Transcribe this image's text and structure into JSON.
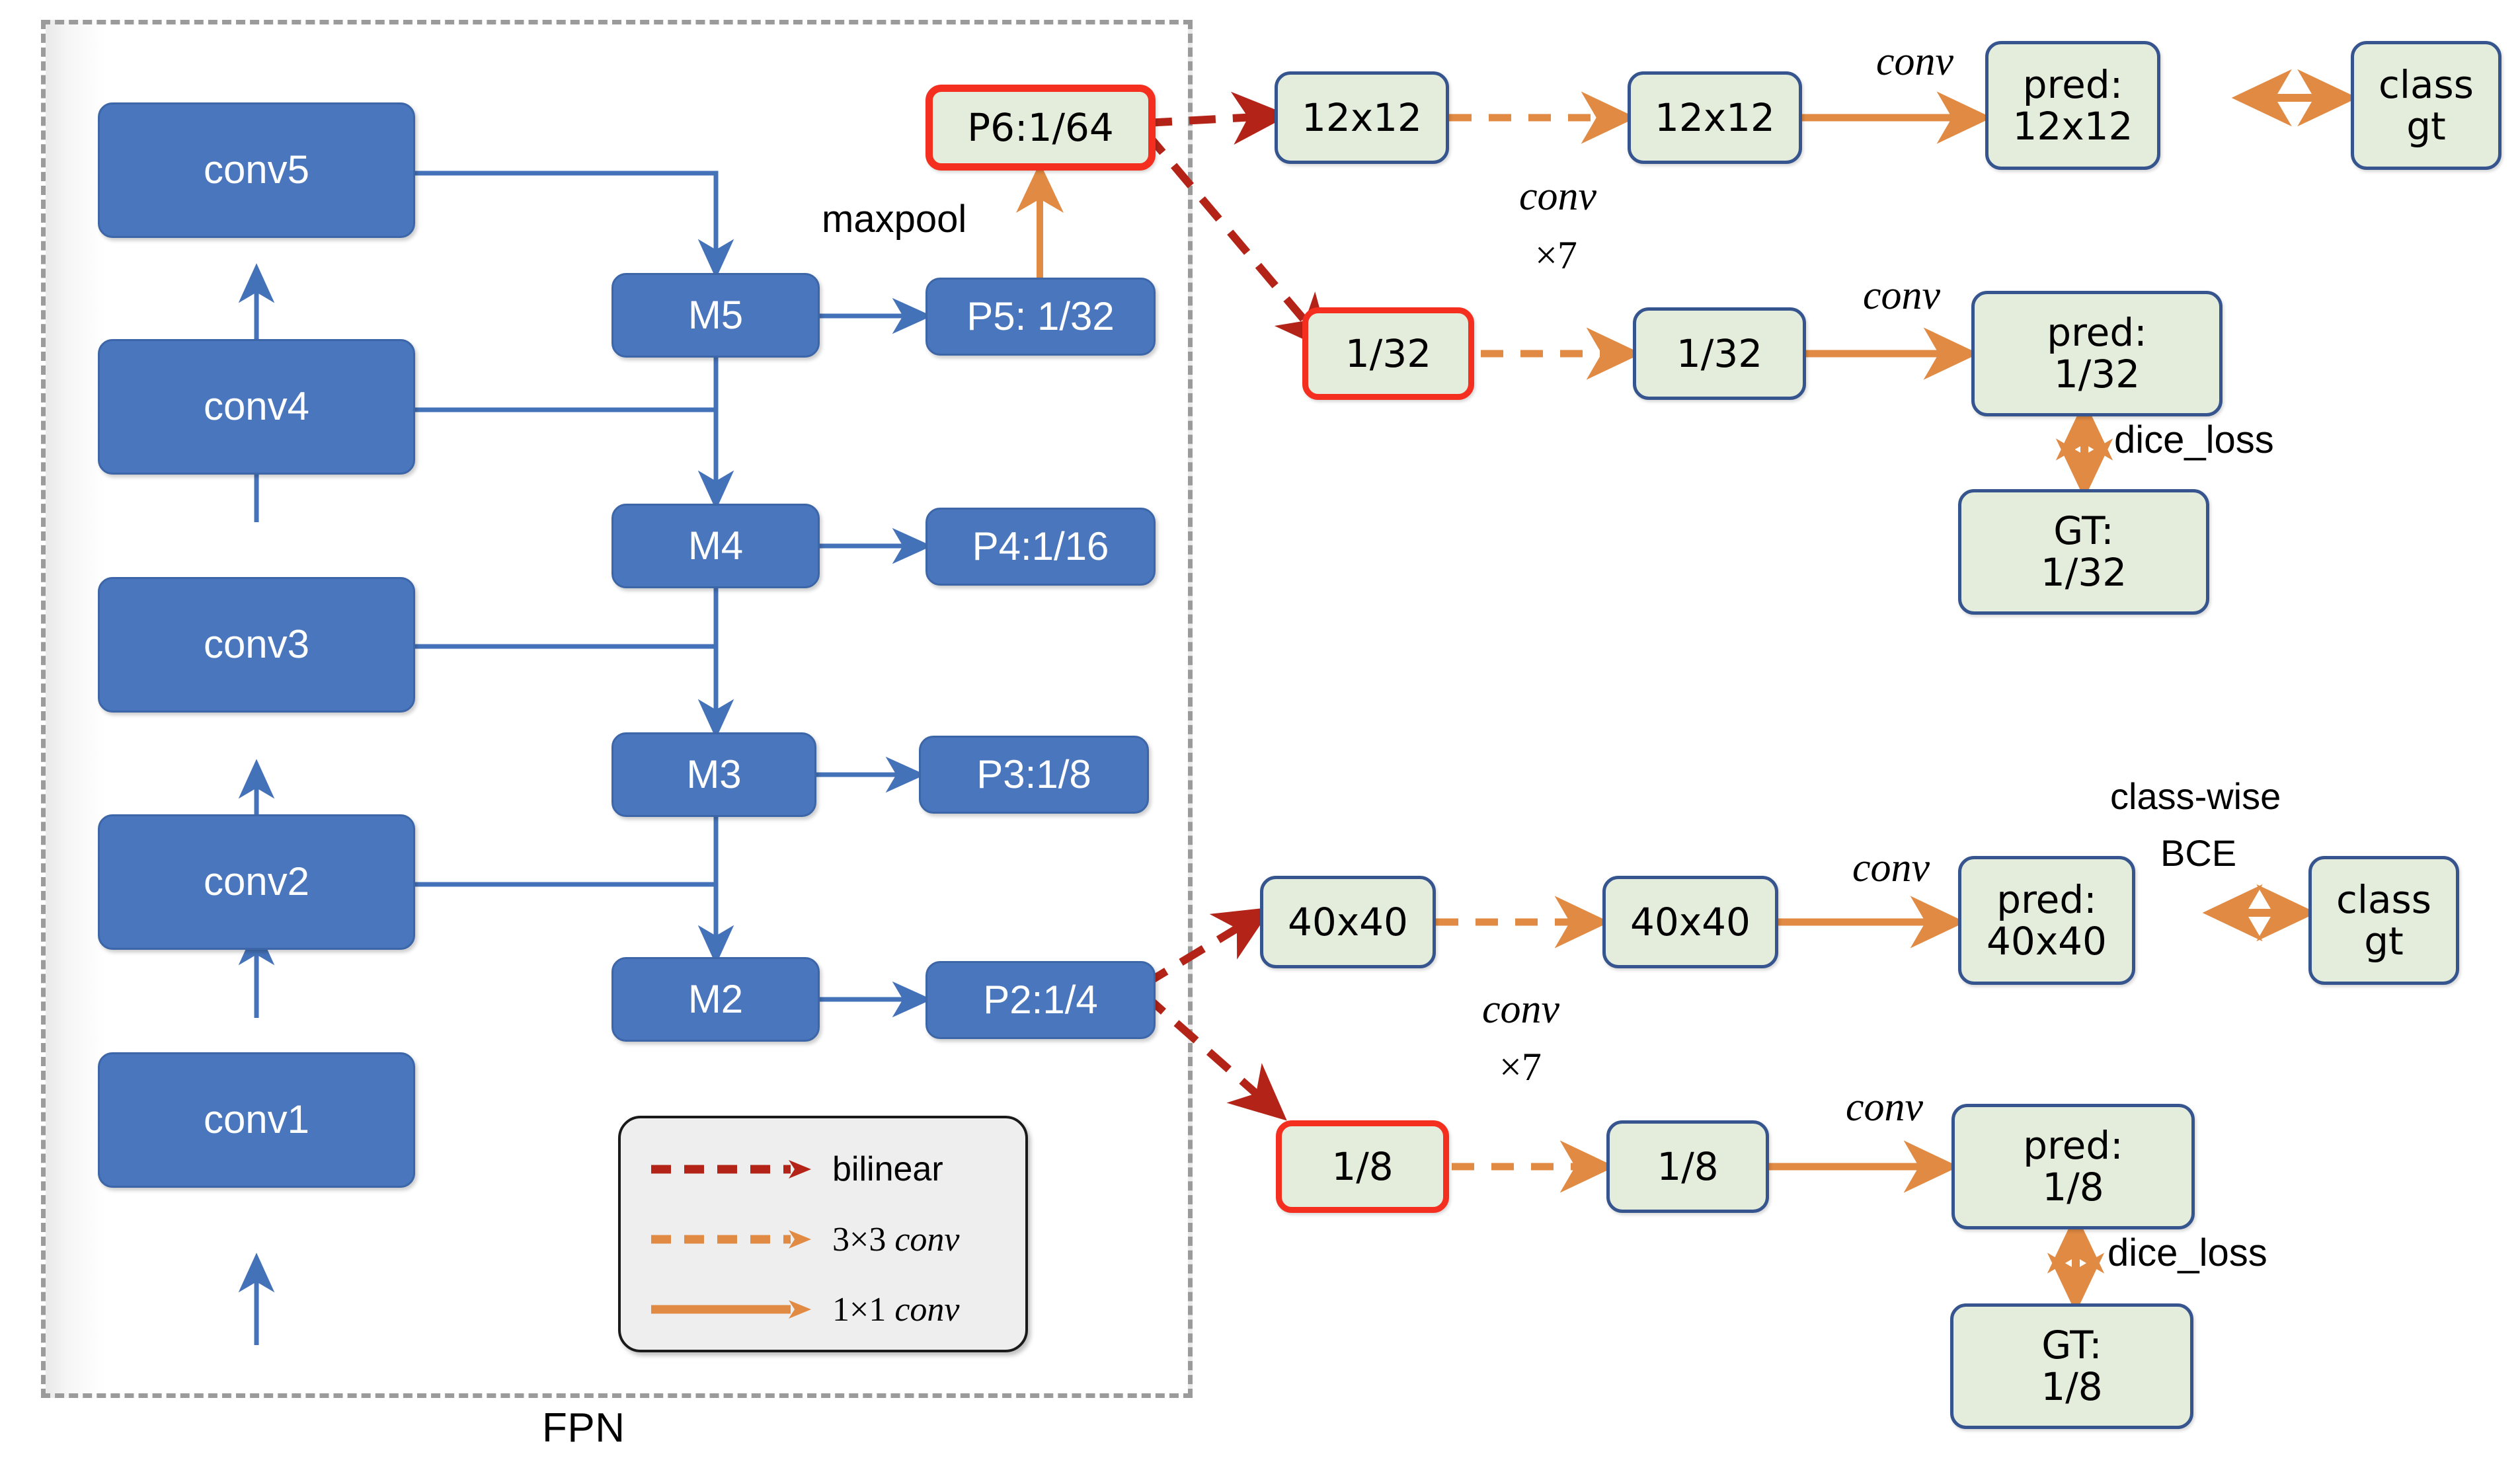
{
  "diagram": {
    "panel_label": "FPN",
    "colors": {
      "backbone_fill": "#4a76bd",
      "backbone_border": "#3c66a8",
      "head_fill": "#e4ecdb",
      "head_border": "#36558f",
      "highlight_border": "#f42f1f",
      "bilinear_arrow": "#b32317",
      "conv3x3_arrow": "#e08a43",
      "conv1x1_arrow": "#e08a43",
      "backbone_edge": "#4472b8",
      "panel_dash": "#9b9b9b"
    }
  },
  "backbone": {
    "stages": [
      {
        "id": "conv1",
        "label": "conv1"
      },
      {
        "id": "conv2",
        "label": "conv2"
      },
      {
        "id": "conv3",
        "label": "conv3"
      },
      {
        "id": "conv4",
        "label": "conv4"
      },
      {
        "id": "conv5",
        "label": "conv5"
      }
    ]
  },
  "merge": {
    "nodes": [
      {
        "id": "m5",
        "label": "M5"
      },
      {
        "id": "m4",
        "label": "M4"
      },
      {
        "id": "m3",
        "label": "M3"
      },
      {
        "id": "m2",
        "label": "M2"
      }
    ]
  },
  "pyramid": {
    "nodes": [
      {
        "id": "p6",
        "label": "P6:1/64",
        "highlight": true
      },
      {
        "id": "p5",
        "label": "P5: 1/32",
        "highlight": false
      },
      {
        "id": "p4",
        "label": "P4:1/16",
        "highlight": false
      },
      {
        "id": "p3",
        "label": "P3:1/8",
        "highlight": false
      },
      {
        "id": "p2",
        "label": "P2:1/4",
        "highlight": false
      }
    ],
    "maxpool_label": "maxpool"
  },
  "heads": {
    "top_branch": {
      "cls": {
        "in": "12x12",
        "mid": "12x12",
        "pred": "pred:\n12x12",
        "gt": "class\ngt",
        "conv_label": "conv",
        "loss_label": ""
      },
      "seg": {
        "in": "1/32",
        "mid": "1/32",
        "pred": "pred:\n1/32",
        "gt": "GT:\n1/32",
        "conv_label": "conv",
        "loss_label": "dice_loss"
      },
      "stack_label_line1": "conv",
      "stack_label_line2": "×7"
    },
    "bottom_branch": {
      "cls": {
        "in": "40x40",
        "mid": "40x40",
        "pred": "pred:\n40x40",
        "gt": "class\ngt",
        "conv_label": "conv",
        "loss_label_line1": "class-wise",
        "loss_label_line2": "BCE"
      },
      "seg": {
        "in": "1/8",
        "mid": "1/8",
        "pred": "pred:\n1/8",
        "gt": "GT:\n1/8",
        "conv_label": "conv",
        "loss_label": "dice_loss"
      },
      "stack_label_line1": "conv",
      "stack_label_line2": "×7"
    }
  },
  "legend": {
    "items": [
      {
        "id": "bilinear",
        "label": "bilinear",
        "style": "dashed",
        "color": "#b32317"
      },
      {
        "id": "conv3x3",
        "label_plain": "3×3 ",
        "label_italic": "conv",
        "style": "dashed",
        "color": "#e08a43"
      },
      {
        "id": "conv1x1",
        "label_plain": "1×1 ",
        "label_italic": "conv",
        "style": "solid",
        "color": "#e08a43"
      }
    ]
  }
}
